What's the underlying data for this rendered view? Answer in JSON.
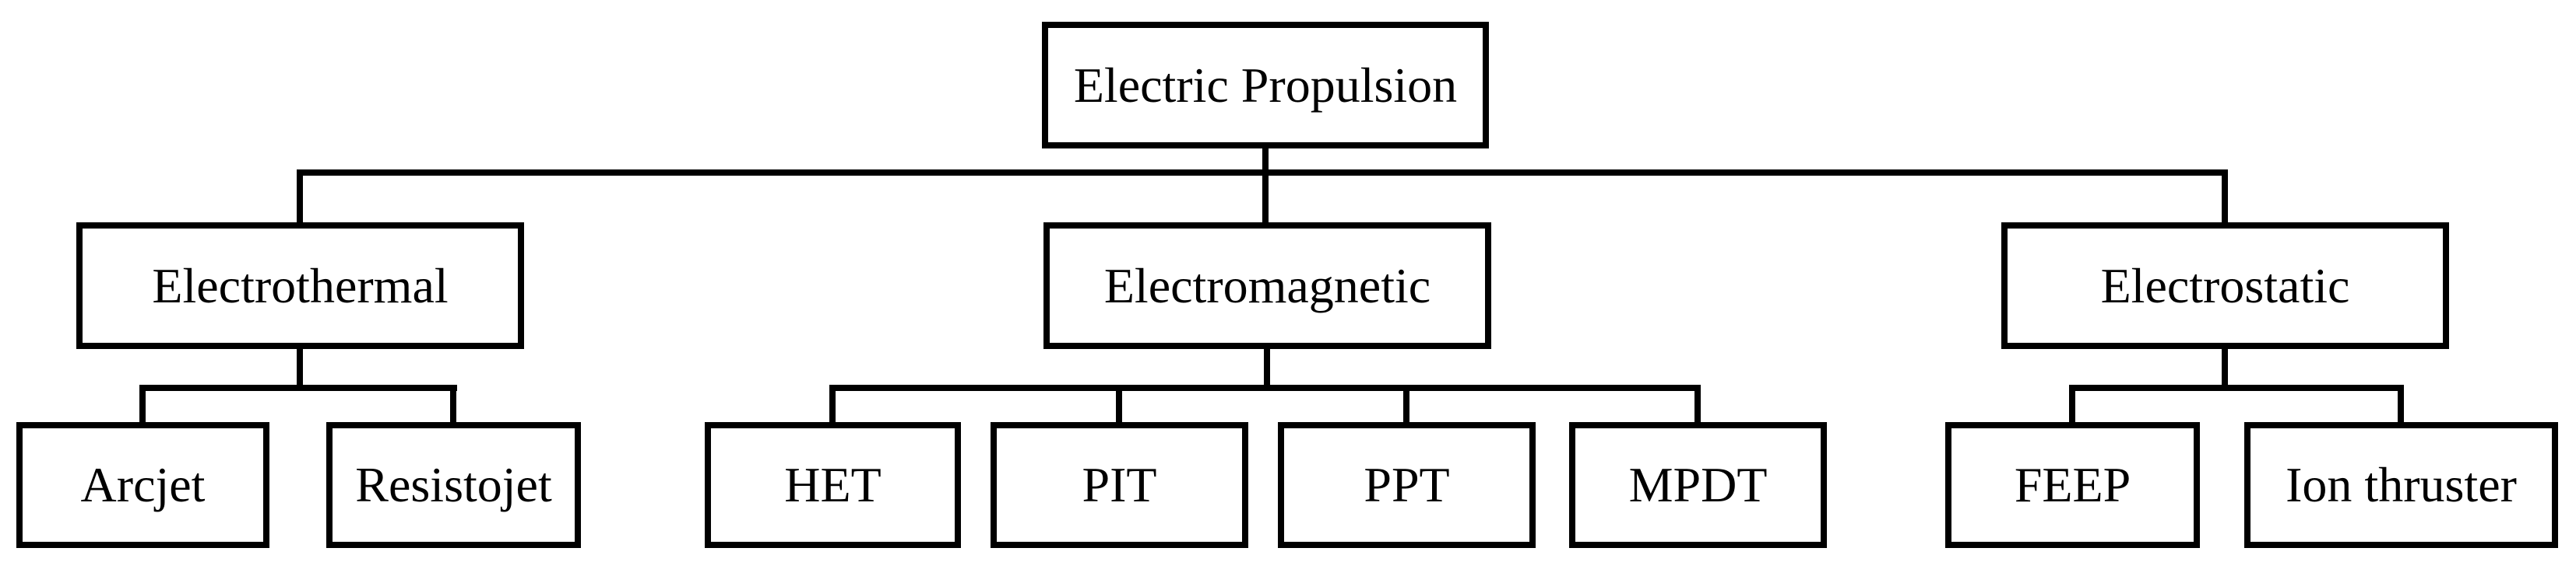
{
  "colors": {
    "background": "#ffffff",
    "box_fill": "#ffffff",
    "box_border": "#000000",
    "connector_line": "#000000",
    "text": "#000000"
  },
  "tree": {
    "root": {
      "label": "Electric Propulsion"
    },
    "branches": [
      {
        "label": "Electrothermal",
        "children": [
          {
            "label": "Arcjet"
          },
          {
            "label": "Resistojet"
          }
        ]
      },
      {
        "label": "Electromagnetic",
        "children": [
          {
            "label": "HET"
          },
          {
            "label": "PIT"
          },
          {
            "label": "PPT"
          },
          {
            "label": "MPDT"
          }
        ]
      },
      {
        "label": "Electrostatic",
        "children": [
          {
            "label": "FEEP"
          },
          {
            "label": "Ion thruster"
          }
        ]
      }
    ]
  }
}
